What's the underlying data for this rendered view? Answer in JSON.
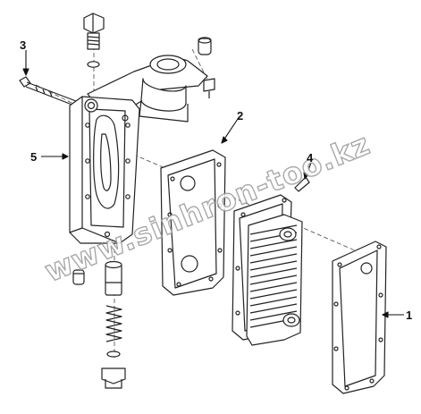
{
  "diagram": {
    "callouts": {
      "part1": "1",
      "part2": "2",
      "part3": "3",
      "part4": "4",
      "part5": "5"
    },
    "watermark": "www.sinhron-too.kz",
    "line_color": "#222222",
    "watermark_outline_color": "#9a9a9a"
  }
}
